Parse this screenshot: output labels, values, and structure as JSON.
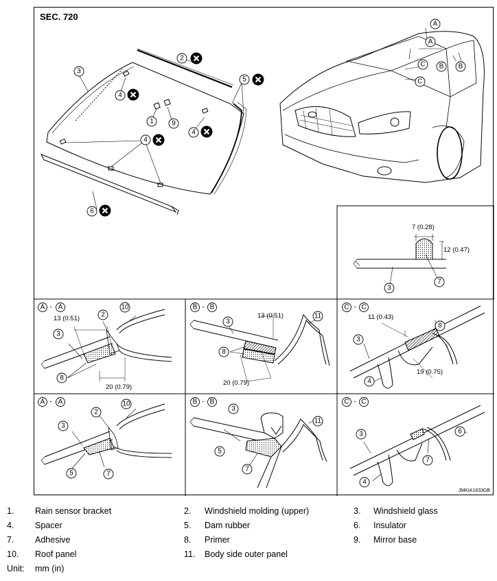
{
  "figure": {
    "section": "SEC. 720",
    "code": "JMKIA1633GB",
    "callouts": [
      "1",
      "2",
      "3",
      "4",
      "5",
      "6",
      "7",
      "8",
      "9",
      "10",
      "11"
    ],
    "views": {
      "a": "A",
      "b": "B",
      "c": "C"
    },
    "dimensions": {
      "d7": "7 (0.28)",
      "d12": "12 (0.47)",
      "d13": "13 (0.51)",
      "d20": "20 (0.79)",
      "d11": "11 (0.43)",
      "d19": "19 (0.75)"
    }
  },
  "legend": {
    "items": [
      {
        "num": "1.",
        "label": "Rain sensor bracket"
      },
      {
        "num": "2.",
        "label": "Windshield molding (upper)"
      },
      {
        "num": "3.",
        "label": "Windshield glass"
      },
      {
        "num": "4.",
        "label": "Spacer"
      },
      {
        "num": "5.",
        "label": "Dam rubber"
      },
      {
        "num": "6.",
        "label": "Insulator"
      },
      {
        "num": "7.",
        "label": "Adhesive"
      },
      {
        "num": "8.",
        "label": "Primer"
      },
      {
        "num": "9.",
        "label": "Mirror base"
      },
      {
        "num": "10.",
        "label": "Roof panel"
      },
      {
        "num": "11.",
        "label": "Body side outer panel"
      }
    ],
    "unit_label": "Unit:",
    "unit_value": "mm (in)"
  }
}
